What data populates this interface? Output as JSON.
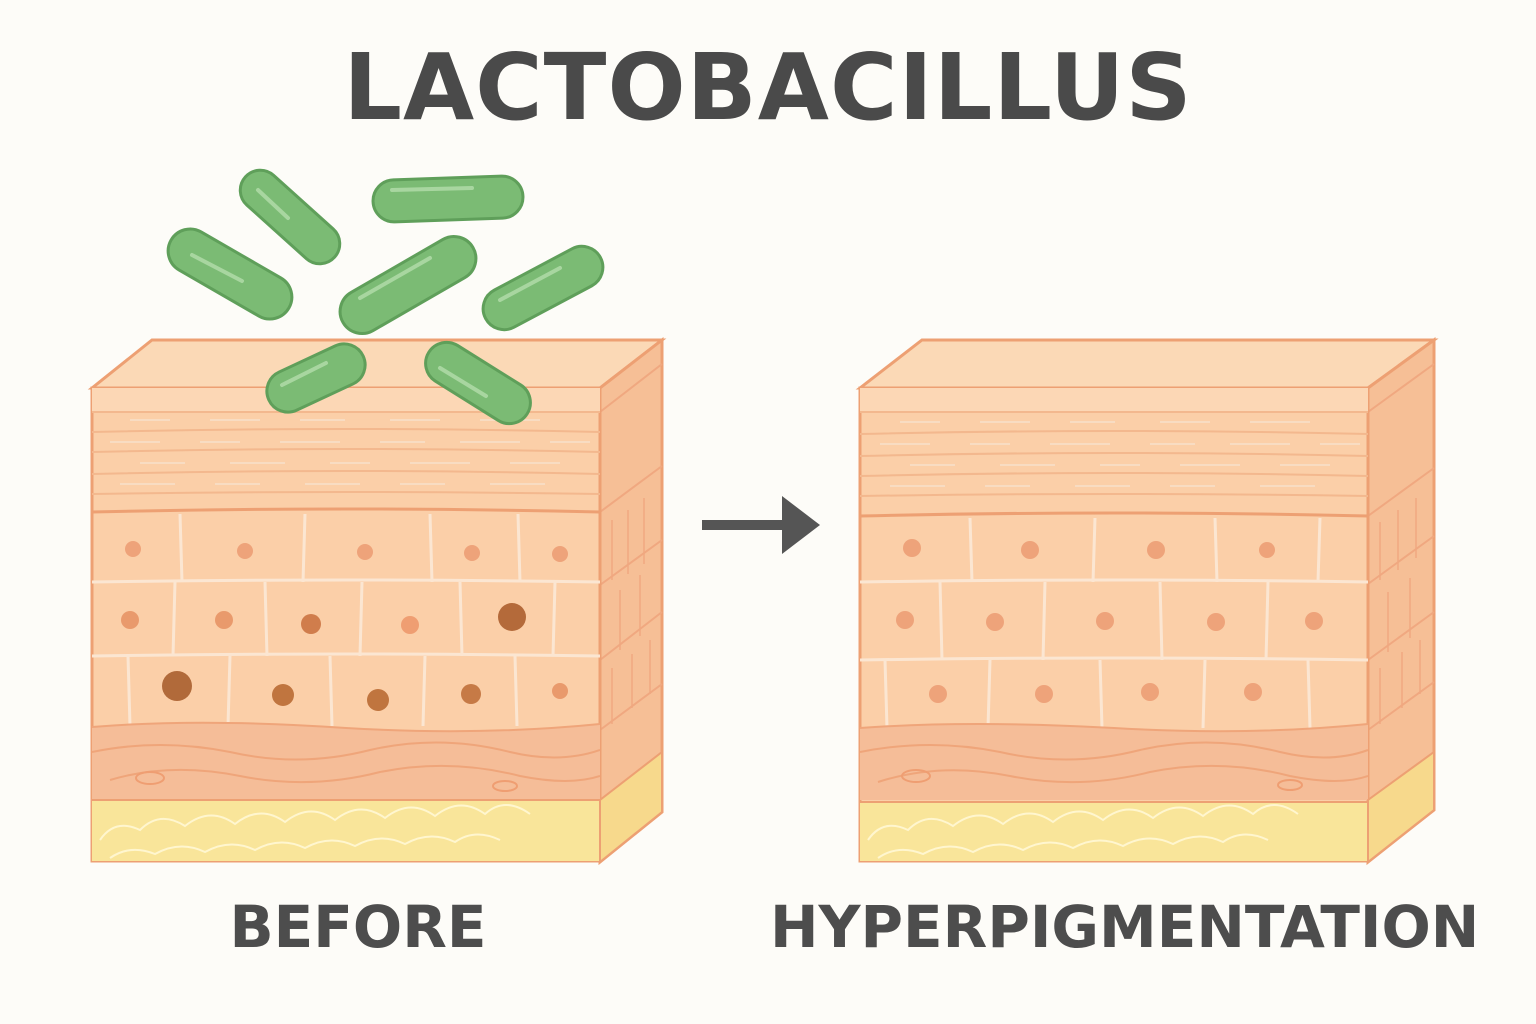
{
  "title": "LACTOBACILLUS",
  "labels": {
    "before": "BEFORE",
    "after": "HYPERPIGMENTATION"
  },
  "colors": {
    "background": "#fdfcf8",
    "text": "#4a4a4a",
    "skin_top": "#fbd9b6",
    "skin_side": "#f6bf96",
    "skin_front": "#fbcfa8",
    "outline": "#eda073",
    "cell_line": "#f8e3cc",
    "dermis": "#f5bd98",
    "fat": "#f9e59a",
    "fat_line": "#fff6cf",
    "nucleus_light": "#eea37a",
    "nucleus_dark": "#b46a3a",
    "bacteria": "#78b872",
    "bacteria_dark": "#5d9d59",
    "arrow": "#555555"
  },
  "icons": {
    "arrow": "right-arrow-icon",
    "bacteria": "rod-bacterium-icon"
  }
}
